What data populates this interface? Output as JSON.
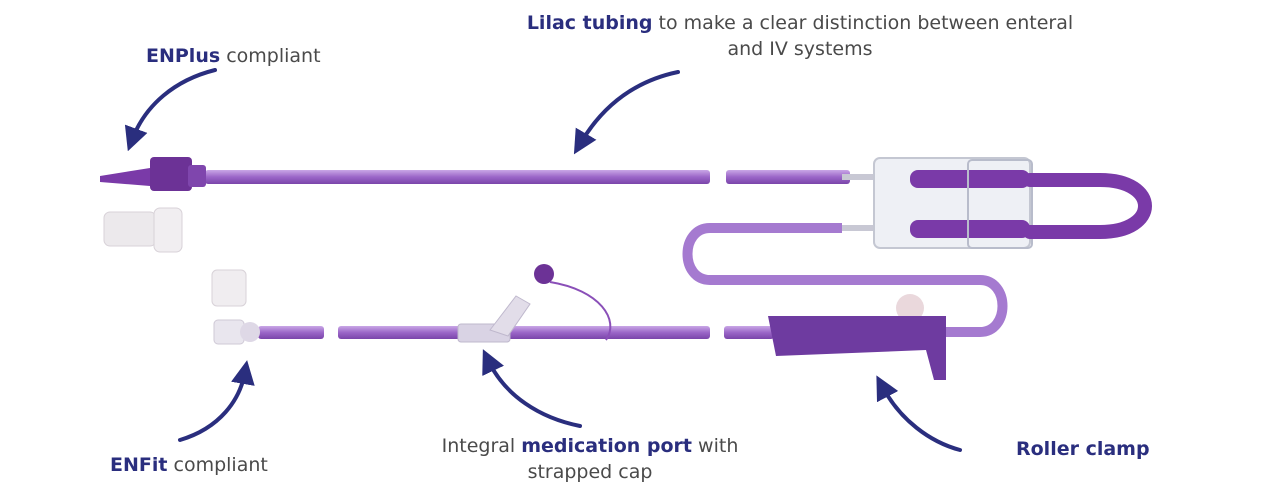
{
  "colors": {
    "tubing": "#9b66c8",
    "tubing_dark": "#6a2f9a",
    "connector": "#6c3296",
    "clamp": "#6e3ba0",
    "arrow": "#2a2e7e",
    "label_bold": "#2a2e7e",
    "label_text": "#4a4a4a"
  },
  "labels": {
    "enplus": {
      "bold": "ENPlus",
      "text": " compliant"
    },
    "lilac": {
      "bold": "Lilac tubing",
      "text": " to make a clear distinction between enteral",
      "line2": "and IV systems"
    },
    "enfit": {
      "bold": "ENFit",
      "text": " compliant"
    },
    "medication": {
      "pre": "Integral ",
      "bold": "medication port",
      "post": " with",
      "line2": "strapped cap"
    },
    "roller": {
      "bold": "Roller clamp"
    }
  },
  "icons": [
    "curved-arrow-icon"
  ]
}
